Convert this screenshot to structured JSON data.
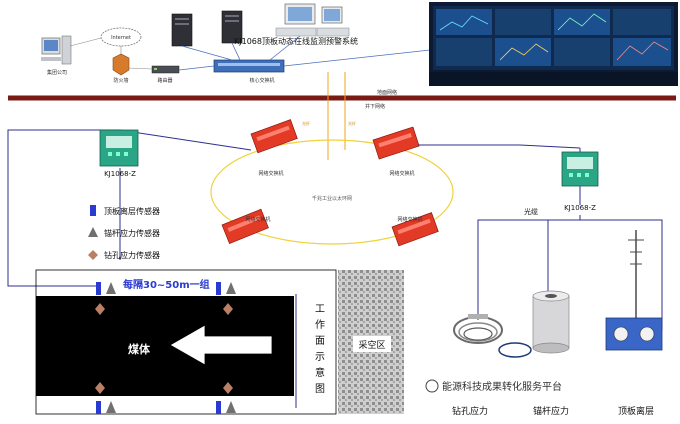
{
  "title": "KJ1068顶板动态在线监测预警系统",
  "top": {
    "internet_label": "Internet",
    "office_label": "集团公司",
    "firewall_label": "防火墙",
    "router_label": "路由器",
    "core_switch_label": "核心交换机",
    "ground_net_label": "地面网络",
    "underground_net_label": "井下网络",
    "hidden_label_left": "光纤",
    "hidden_label_right": "光纤"
  },
  "ring": {
    "label": "千兆工业以太环网",
    "switch_label": "网络交换机"
  },
  "substations": {
    "left": "KJ1068-Z",
    "right": "KJ1068-Z"
  },
  "fiber_label": "光缆",
  "legend": [
    {
      "label": "顶板离层传感器",
      "symbol": "square",
      "color": "#2a3bd1"
    },
    {
      "label": "锚杆应力传感器",
      "symbol": "triangle",
      "color": "#707070"
    },
    {
      "label": "钻孔应力传感器",
      "symbol": "diamond",
      "color": "#b98066"
    }
  ],
  "coal": {
    "interval_label": "每隔30~50m一组",
    "coal_label": "煤体",
    "workface_label": [
      "工",
      "作",
      "面",
      "示",
      "意",
      "图"
    ],
    "goaf_label": "采空区"
  },
  "equipment_labels": [
    "钻孔应力",
    "锚杆应力",
    "顶板离层"
  ],
  "watermark": "能源科技成果转化服务平台",
  "colors": {
    "ground_line": "#7a1a14",
    "ring": "#f0d23c",
    "switch": "#e33a26",
    "cable": "#2d2f8f",
    "coal": "#000000"
  }
}
